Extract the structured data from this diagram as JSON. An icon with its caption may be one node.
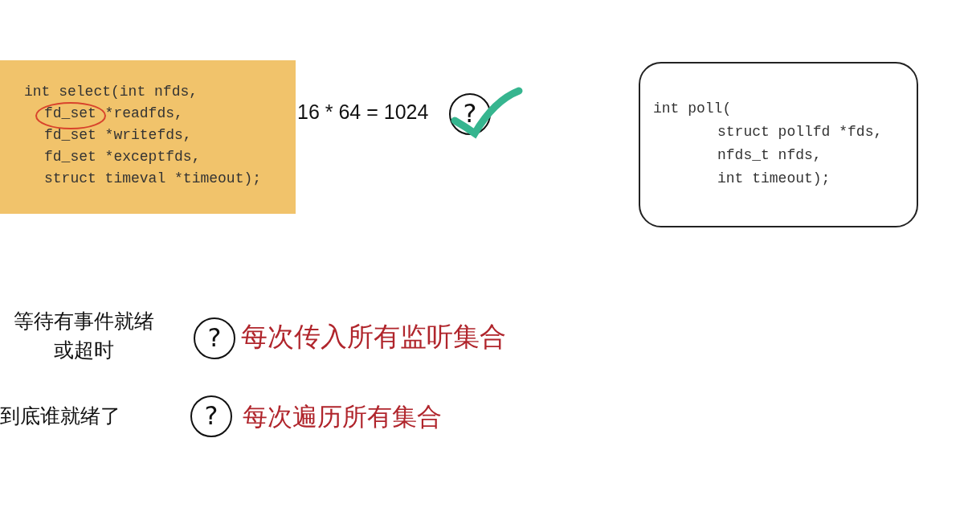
{
  "diagram": {
    "nodes": [
      {
        "text": [
          "int select(int nfds,",
          "fd_set *readfds,",
          "fd_set *writefds,",
          "fd_set *exceptfds,",
          "struct timeval *timeout);"
        ]
      },
      {
        "text": [
          "int poll(",
          "struct pollfd *fds,",
          "nfds_t nfds,",
          "int timeout);"
        ]
      }
    ],
    "labels": [
      "16 * 64 = 1024",
      "?",
      "等待有事件就绪或超时",
      "?",
      "每次传入所有监听集合",
      "到底谁就绪了",
      "?",
      "每次遍历所有集合"
    ]
  }
}
